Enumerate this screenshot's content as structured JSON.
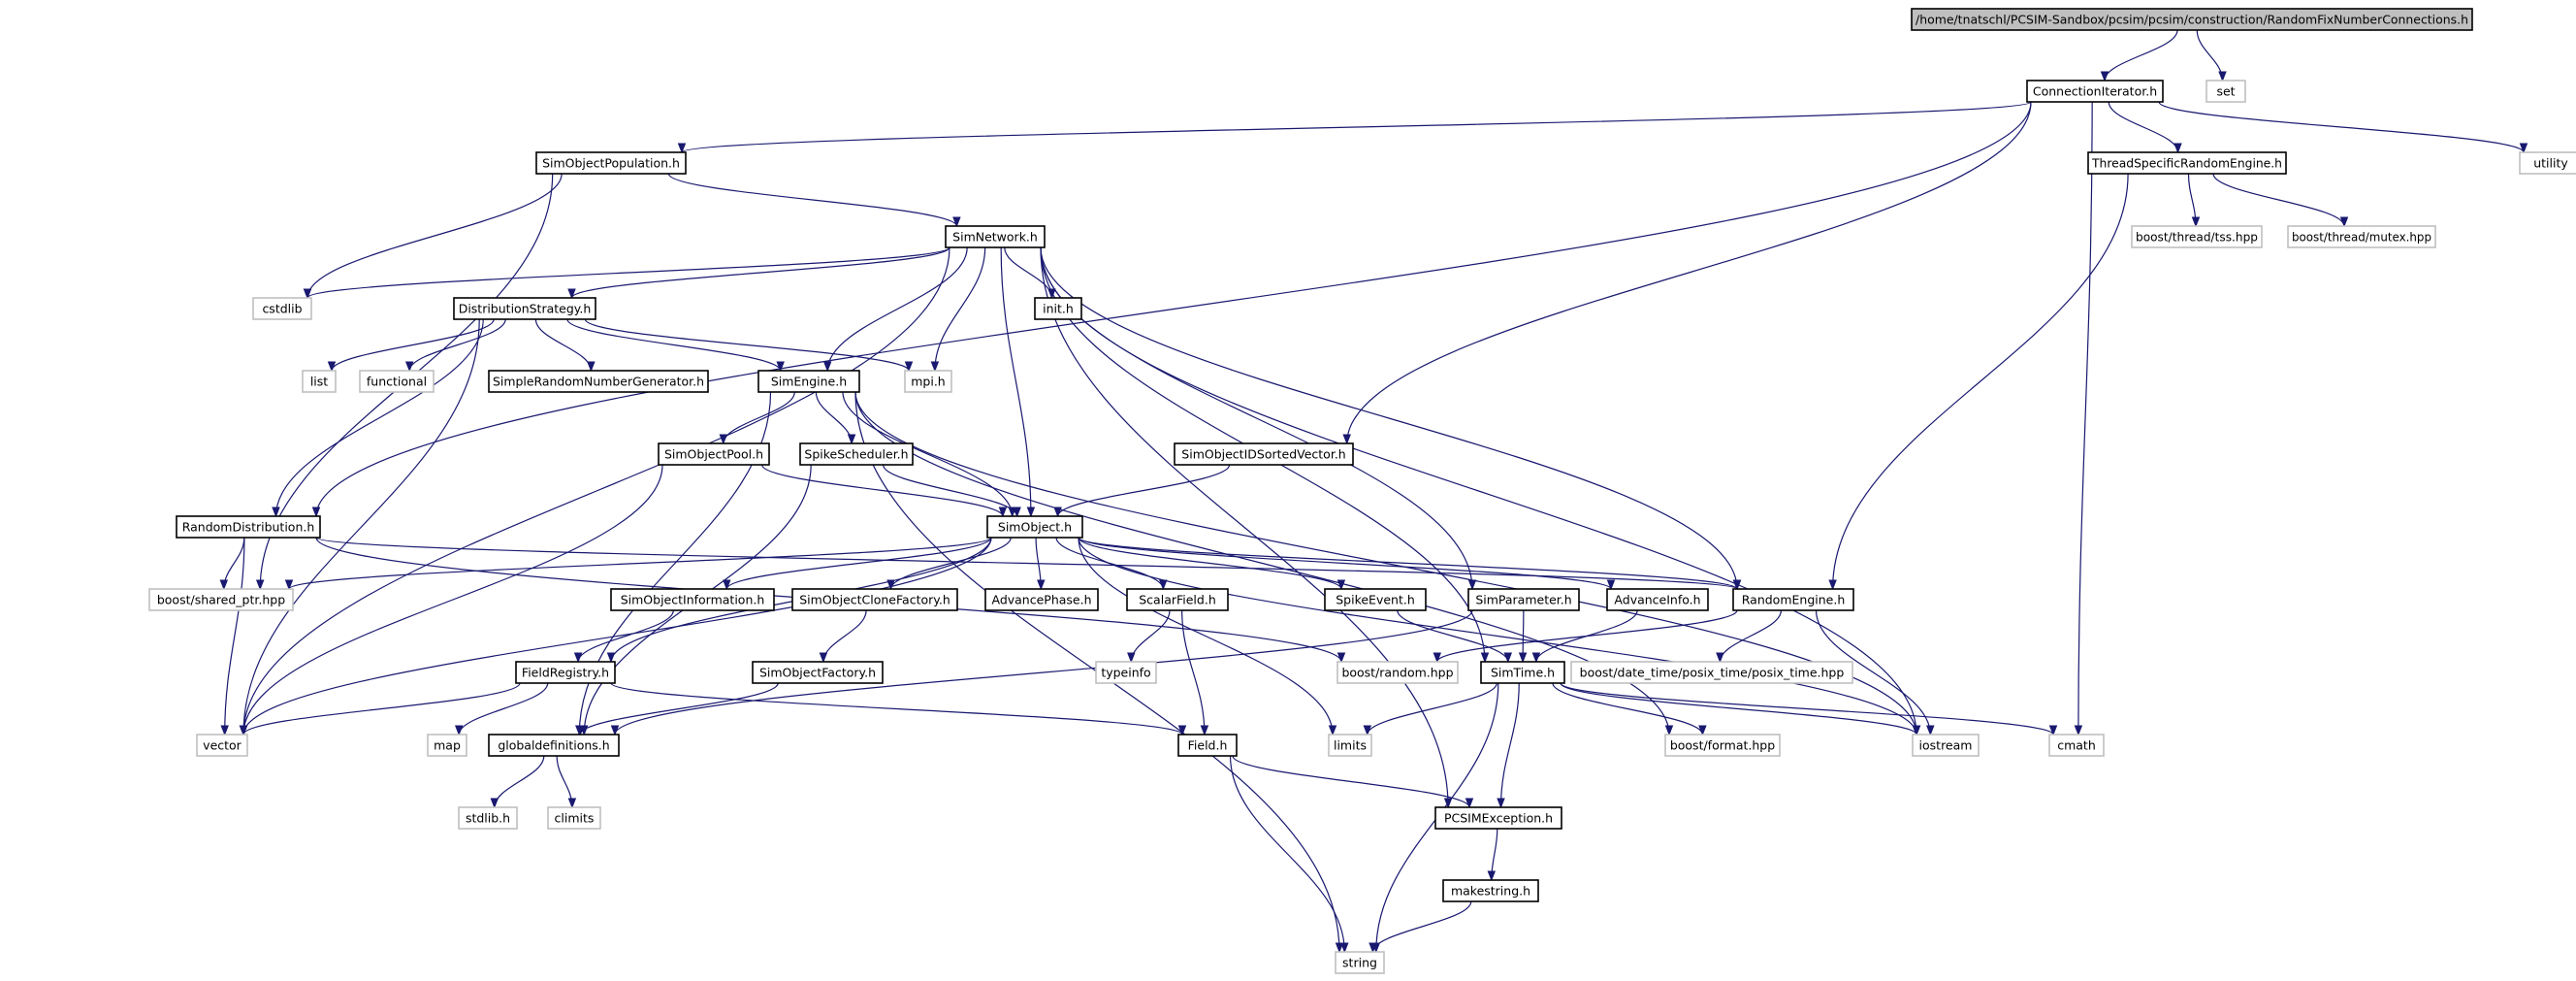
{
  "colors": {
    "edge": "#191970",
    "root_fill": "#bfbfbf",
    "node_border": "#000000",
    "system_border": "#bfbfbf",
    "text": "#000000"
  },
  "nodes": [
    {
      "id": "root",
      "label": "/home/tnatschl/PCSIM-Sandbox/pcsim/pcsim/construction/RandomFixNumberConnections.h",
      "style": "root"
    },
    {
      "id": "set",
      "label": "set",
      "style": "sys"
    },
    {
      "id": "connectioniterator",
      "label": "ConnectionIterator.h",
      "style": "local"
    },
    {
      "id": "utility",
      "label": "utility",
      "style": "sys"
    },
    {
      "id": "simobjectpopulation",
      "label": "SimObjectPopulation.h",
      "style": "local"
    },
    {
      "id": "threadspecificrandomengine",
      "label": "ThreadSpecificRandomEngine.h",
      "style": "local"
    },
    {
      "id": "tss",
      "label": "boost/thread/tss.hpp",
      "style": "sys"
    },
    {
      "id": "mutex",
      "label": "boost/thread/mutex.hpp",
      "style": "sys"
    },
    {
      "id": "simnetwork",
      "label": "SimNetwork.h",
      "style": "local"
    },
    {
      "id": "cstdlib",
      "label": "cstdlib",
      "style": "sys"
    },
    {
      "id": "distributionstrategy",
      "label": "DistributionStrategy.h",
      "style": "local"
    },
    {
      "id": "init",
      "label": "init.h",
      "style": "local"
    },
    {
      "id": "list",
      "label": "list",
      "style": "sys"
    },
    {
      "id": "functional",
      "label": "functional",
      "style": "sys"
    },
    {
      "id": "simplerng",
      "label": "SimpleRandomNumberGenerator.h",
      "style": "local"
    },
    {
      "id": "simengine",
      "label": "SimEngine.h",
      "style": "local"
    },
    {
      "id": "mpi",
      "label": "mpi.h",
      "style": "sys"
    },
    {
      "id": "simobjectpool",
      "label": "SimObjectPool.h",
      "style": "local"
    },
    {
      "id": "spikescheduler",
      "label": "SpikeScheduler.h",
      "style": "local"
    },
    {
      "id": "simobjectidsortedvector",
      "label": "SimObjectIDSortedVector.h",
      "style": "local"
    },
    {
      "id": "randomdistribution",
      "label": "RandomDistribution.h",
      "style": "local"
    },
    {
      "id": "simobject",
      "label": "SimObject.h",
      "style": "local"
    },
    {
      "id": "sharedptr",
      "label": "boost/shared_ptr.hpp",
      "style": "sys"
    },
    {
      "id": "simobjectinformation",
      "label": "SimObjectInformation.h",
      "style": "local"
    },
    {
      "id": "simobjectclonefactory",
      "label": "SimObjectCloneFactory.h",
      "style": "local"
    },
    {
      "id": "advancephase",
      "label": "AdvancePhase.h",
      "style": "local"
    },
    {
      "id": "scalarfield",
      "label": "ScalarField.h",
      "style": "local"
    },
    {
      "id": "spikeevent",
      "label": "SpikeEvent.h",
      "style": "local"
    },
    {
      "id": "simparameter",
      "label": "SimParameter.h",
      "style": "local"
    },
    {
      "id": "advanceinfo",
      "label": "AdvanceInfo.h",
      "style": "local"
    },
    {
      "id": "randomengine",
      "label": "RandomEngine.h",
      "style": "local"
    },
    {
      "id": "fieldregistry",
      "label": "FieldRegistry.h",
      "style": "local"
    },
    {
      "id": "simobjectfactory",
      "label": "SimObjectFactory.h",
      "style": "local"
    },
    {
      "id": "typeinfo",
      "label": "typeinfo",
      "style": "sys"
    },
    {
      "id": "boostrandom",
      "label": "boost/random.hpp",
      "style": "sys"
    },
    {
      "id": "simtime",
      "label": "SimTime.h",
      "style": "local"
    },
    {
      "id": "posixtime",
      "label": "boost/date_time/posix_time/posix_time.hpp",
      "style": "sys"
    },
    {
      "id": "vector",
      "label": "vector",
      "style": "sys"
    },
    {
      "id": "map",
      "label": "map",
      "style": "sys"
    },
    {
      "id": "globaldefinitions",
      "label": "globaldefinitions.h",
      "style": "local"
    },
    {
      "id": "field",
      "label": "Field.h",
      "style": "local"
    },
    {
      "id": "limits",
      "label": "limits",
      "style": "sys"
    },
    {
      "id": "boostformat",
      "label": "boost/format.hpp",
      "style": "sys"
    },
    {
      "id": "iostream",
      "label": "iostream",
      "style": "sys"
    },
    {
      "id": "cmath",
      "label": "cmath",
      "style": "sys"
    },
    {
      "id": "stdlib",
      "label": "stdlib.h",
      "style": "sys"
    },
    {
      "id": "climits",
      "label": "climits",
      "style": "sys"
    },
    {
      "id": "pcsimexception",
      "label": "PCSIMException.h",
      "style": "local"
    },
    {
      "id": "makestring",
      "label": "makestring.h",
      "style": "local"
    },
    {
      "id": "string",
      "label": "string",
      "style": "sys"
    }
  ],
  "edges": [
    [
      "root",
      "connectioniterator"
    ],
    [
      "root",
      "set"
    ],
    [
      "connectioniterator",
      "simobjectpopulation"
    ],
    [
      "connectioniterator",
      "threadspecificrandomengine"
    ],
    [
      "connectioniterator",
      "utility"
    ],
    [
      "connectioniterator",
      "randomdistribution"
    ],
    [
      "connectioniterator",
      "simobjectidsortedvector"
    ],
    [
      "connectioniterator",
      "cmath"
    ],
    [
      "threadspecificrandomengine",
      "tss"
    ],
    [
      "threadspecificrandomengine",
      "mutex"
    ],
    [
      "threadspecificrandomengine",
      "randomengine"
    ],
    [
      "simobjectpopulation",
      "simnetwork"
    ],
    [
      "simobjectpopulation",
      "cstdlib"
    ],
    [
      "simobjectpopulation",
      "sharedptr"
    ],
    [
      "simnetwork",
      "cstdlib"
    ],
    [
      "simnetwork",
      "distributionstrategy"
    ],
    [
      "simnetwork",
      "init"
    ],
    [
      "simnetwork",
      "mpi"
    ],
    [
      "simnetwork",
      "simengine"
    ],
    [
      "simnetwork",
      "simobject"
    ],
    [
      "simnetwork",
      "simparameter"
    ],
    [
      "simnetwork",
      "randomengine"
    ],
    [
      "simnetwork",
      "simtime"
    ],
    [
      "simnetwork",
      "iostream"
    ],
    [
      "simnetwork",
      "pcsimexception"
    ],
    [
      "simnetwork",
      "vector"
    ],
    [
      "distributionstrategy",
      "list"
    ],
    [
      "distributionstrategy",
      "functional"
    ],
    [
      "distributionstrategy",
      "simplerng"
    ],
    [
      "distributionstrategy",
      "simengine"
    ],
    [
      "distributionstrategy",
      "mpi"
    ],
    [
      "distributionstrategy",
      "randomdistribution"
    ],
    [
      "distributionstrategy",
      "vector"
    ],
    [
      "simengine",
      "simobjectpool"
    ],
    [
      "simengine",
      "spikescheduler"
    ],
    [
      "simengine",
      "simobject"
    ],
    [
      "simengine",
      "globaldefinitions"
    ],
    [
      "simengine",
      "string"
    ],
    [
      "simengine",
      "iostream"
    ],
    [
      "simengine",
      "boostformat"
    ],
    [
      "simobjectpool",
      "simobject"
    ],
    [
      "simobjectpool",
      "vector"
    ],
    [
      "spikescheduler",
      "simobject"
    ],
    [
      "spikescheduler",
      "globaldefinitions"
    ],
    [
      "simobjectidsortedvector",
      "simobject"
    ],
    [
      "randomdistribution",
      "sharedptr"
    ],
    [
      "randomdistribution",
      "vector"
    ],
    [
      "randomdistribution",
      "randomengine"
    ],
    [
      "randomdistribution",
      "boostrandom"
    ],
    [
      "simobject",
      "sharedptr"
    ],
    [
      "simobject",
      "simobjectinformation"
    ],
    [
      "simobject",
      "simobjectclonefactory"
    ],
    [
      "simobject",
      "advancephase"
    ],
    [
      "simobject",
      "scalarfield"
    ],
    [
      "simobject",
      "spikeevent"
    ],
    [
      "simobject",
      "advanceinfo"
    ],
    [
      "simobject",
      "randomengine"
    ],
    [
      "simobject",
      "fieldregistry"
    ],
    [
      "simobject",
      "vector"
    ],
    [
      "simobject",
      "limits"
    ],
    [
      "simobject",
      "iostream"
    ],
    [
      "simobjectinformation",
      "fieldregistry"
    ],
    [
      "simobjectclonefactory",
      "simobjectfactory"
    ],
    [
      "simobjectfactory",
      "globaldefinitions"
    ],
    [
      "scalarfield",
      "typeinfo"
    ],
    [
      "scalarfield",
      "field"
    ],
    [
      "spikeevent",
      "simtime"
    ],
    [
      "simparameter",
      "simtime"
    ],
    [
      "simparameter",
      "globaldefinitions"
    ],
    [
      "advanceinfo",
      "simtime"
    ],
    [
      "randomengine",
      "boostrandom"
    ],
    [
      "randomengine",
      "posixtime"
    ],
    [
      "randomengine",
      "iostream"
    ],
    [
      "fieldregistry",
      "vector"
    ],
    [
      "fieldregistry",
      "map"
    ],
    [
      "fieldregistry",
      "field"
    ],
    [
      "simtime",
      "limits"
    ],
    [
      "simtime",
      "boostformat"
    ],
    [
      "simtime",
      "iostream"
    ],
    [
      "simtime",
      "cmath"
    ],
    [
      "simtime",
      "pcsimexception"
    ],
    [
      "simtime",
      "string"
    ],
    [
      "globaldefinitions",
      "stdlib"
    ],
    [
      "globaldefinitions",
      "climits"
    ],
    [
      "field",
      "pcsimexception"
    ],
    [
      "field",
      "string"
    ],
    [
      "pcsimexception",
      "makestring"
    ],
    [
      "makestring",
      "string"
    ]
  ]
}
